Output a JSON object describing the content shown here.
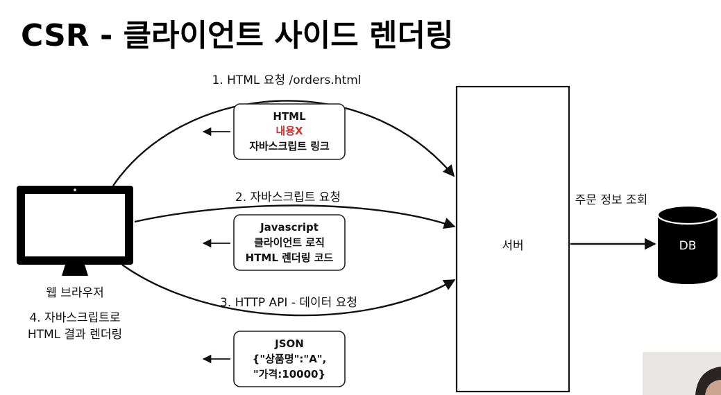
{
  "slide": {
    "title": "CSR - 클라이언트 사이드 렌더링"
  },
  "client": {
    "label": "웹 브라우저",
    "note_line1": "4. 자바스크립트로",
    "note_line2": "HTML 결과 렌더링"
  },
  "server": {
    "label": "서버"
  },
  "database": {
    "label": "DB",
    "query_label": "주문 정보 조회"
  },
  "requests": [
    {
      "label": "1. HTML 요청 /orders.html",
      "response_lines": [
        "HTML",
        "내용X",
        "자바스크립트 링크"
      ],
      "highlight_line": 1
    },
    {
      "label": "2. 자바스크립트 요청",
      "response_lines": [
        "Javascript",
        "클라이언트 로직",
        "HTML 렌더링 코드"
      ],
      "highlight_line": -1
    },
    {
      "label": "3. HTTP API -  데이터 요청",
      "response_lines": [
        "JSON",
        "{\"상품명\":\"A\",",
        "\"가격:10000}"
      ],
      "highlight_line": -1
    }
  ],
  "colors": {
    "text": "#111111",
    "highlight": "#d0312d",
    "db_fill": "#000000",
    "monitor_fill": "#000000"
  },
  "icons": {
    "monitor": "monitor-icon",
    "database": "database-cylinder-icon",
    "arrow": "arrow-left-icon"
  }
}
